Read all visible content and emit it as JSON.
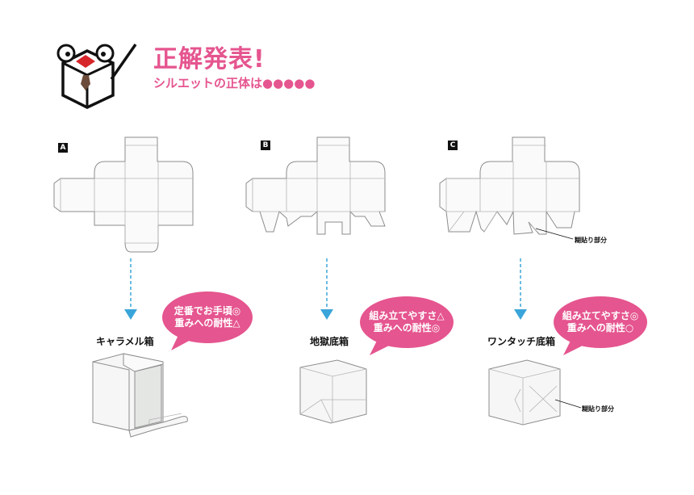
{
  "colors": {
    "accent_pink": "#e5558f",
    "arrow_blue": "#3aa5da",
    "line_gray": "#8c8c8c"
  },
  "header": {
    "title": "正解発表!",
    "subtitle": "シルエットの正体は●●●●●",
    "mascot_icon": "box-mascot-icon"
  },
  "boxes": [
    {
      "id": "A",
      "name": "キャラメル箱",
      "bubble_line1": "定番でお手頃◎",
      "bubble_line2": "重みへの耐性△"
    },
    {
      "id": "B",
      "name": "地獄底箱",
      "bubble_line1": "組み立てやすさ△",
      "bubble_line2": "重みへの耐性◎"
    },
    {
      "id": "C",
      "name": "ワンタッチ底箱",
      "bubble_line1": "組み立てやすさ◎",
      "bubble_line2": "重みへの耐性○",
      "glue_note_net": "糊貼り部分",
      "glue_note_box": "糊貼り部分"
    }
  ]
}
